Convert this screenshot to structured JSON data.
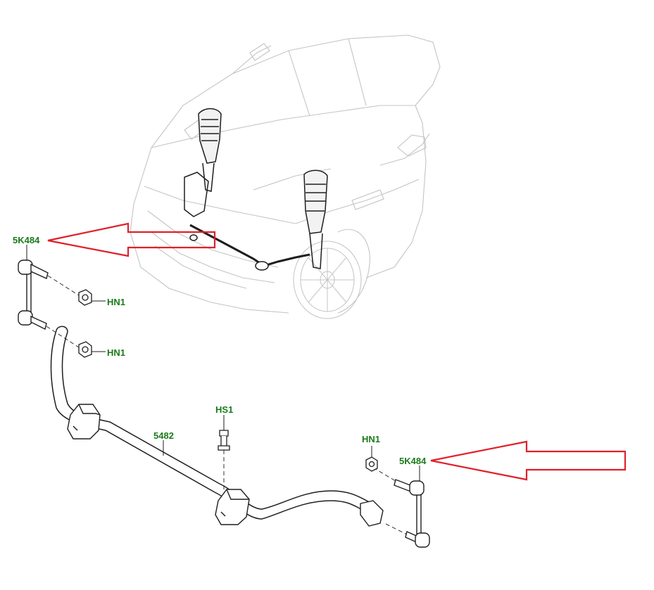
{
  "callouts": {
    "link_left": "5K484",
    "nut_upper": "HN1",
    "nut_lower": "HN1",
    "bolt": "HS1",
    "stabilizer_bar": "5482",
    "nut_right": "HN1",
    "link_right": "5K484"
  },
  "colors": {
    "callout_text": "#1a7a1a",
    "arrow": "#e0202a",
    "line_art": "#222222",
    "ghost_vehicle": "#bdbdbd"
  },
  "icons": {
    "arrows": "red-outline-arrow-icon"
  }
}
